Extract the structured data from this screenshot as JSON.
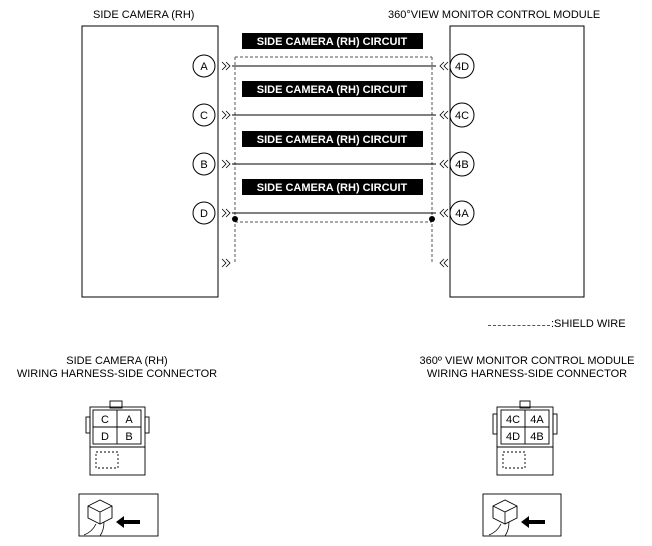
{
  "components": {
    "left": {
      "title": "SIDE CAMERA (RH)"
    },
    "right": {
      "title": "360°VIEW MONITOR CONTROL MODULE"
    }
  },
  "circuits": [
    {
      "label": "SIDE CAMERA (RH) CIRCUIT",
      "left_pin": "A",
      "right_pin": "4D"
    },
    {
      "label": "SIDE CAMERA (RH) CIRCUIT",
      "left_pin": "C",
      "right_pin": "4C"
    },
    {
      "label": "SIDE CAMERA (RH) CIRCUIT",
      "left_pin": "B",
      "right_pin": "4B"
    },
    {
      "label": "SIDE CAMERA (RH) CIRCUIT",
      "left_pin": "D",
      "right_pin": "4A"
    }
  ],
  "legend": {
    "shield_wire": ":SHIELD WIRE"
  },
  "connectors": {
    "left": {
      "title_line1": "SIDE CAMERA (RH)",
      "title_line2": "WIRING HARNESS-SIDE CONNECTOR",
      "terminals": [
        "C",
        "A",
        "D",
        "B"
      ]
    },
    "right": {
      "title_line1": "360º VIEW MONITOR CONTROL MODULE",
      "title_line2": "WIRING HARNESS-SIDE CONNECTOR",
      "terminals": [
        "4C",
        "4A",
        "4D",
        "4B"
      ]
    }
  }
}
